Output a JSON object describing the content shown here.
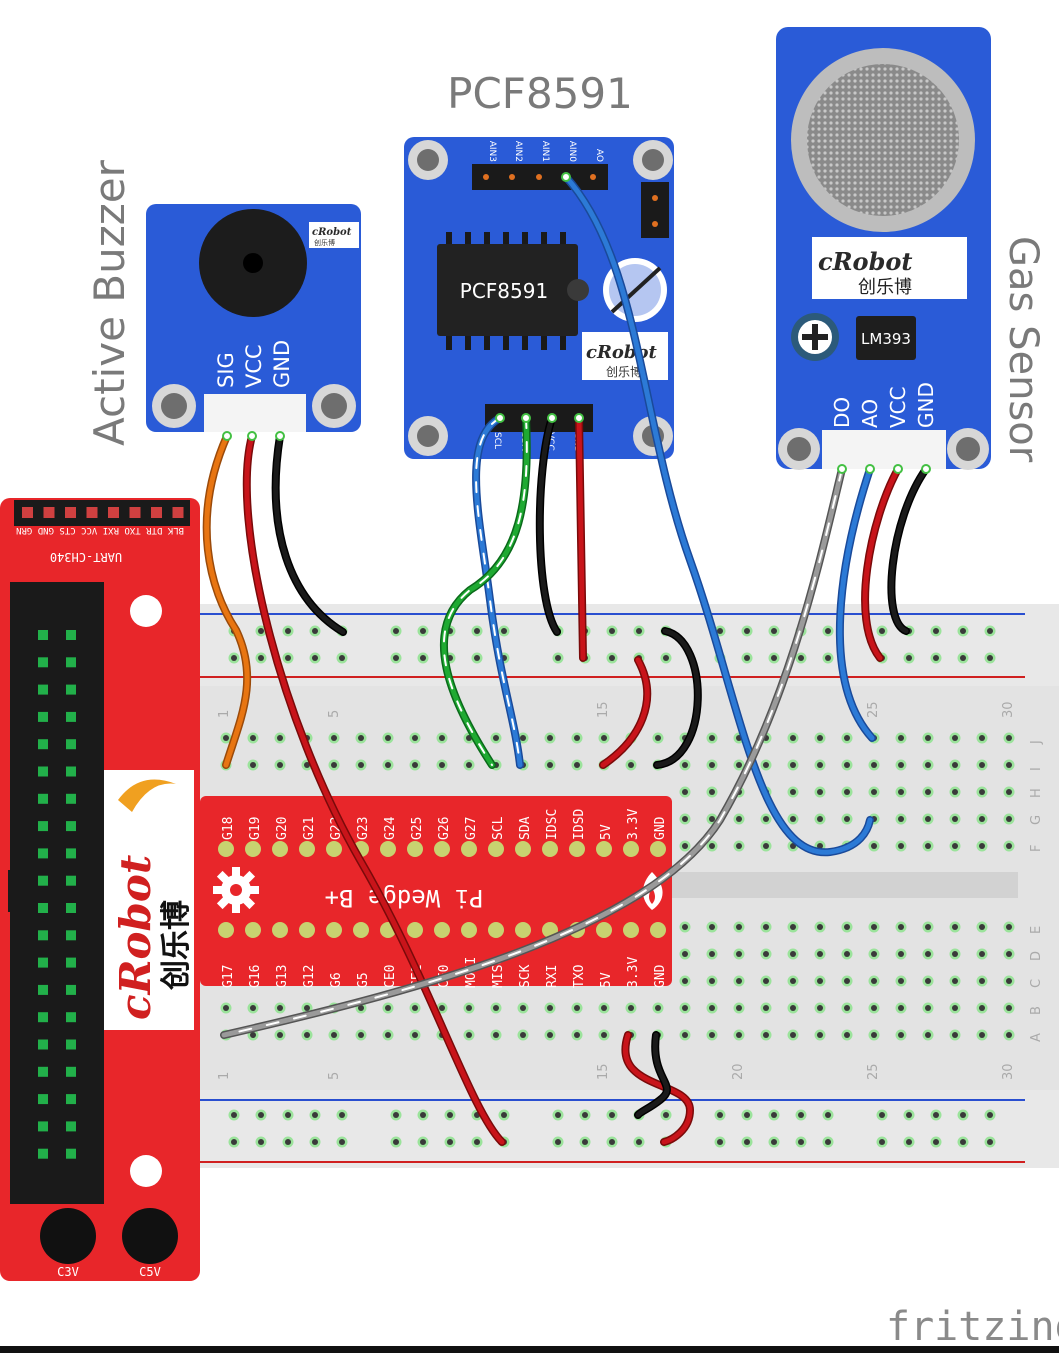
{
  "titles": {
    "pcf": "PCF8591",
    "buzzer": "Active Buzzer",
    "gas": "Gas Sensor"
  },
  "buzzer": {
    "brand": "cRobot",
    "brand_cn": "创乐博",
    "pins": [
      "SIG",
      "VCC",
      "GND"
    ]
  },
  "pcf": {
    "chip": "PCF8591",
    "top_pins": [
      "AIN3",
      "AIN2",
      "AIN1",
      "AIN0",
      "AO"
    ],
    "bottom_pins": [
      "SCL",
      "SDA",
      "VCC",
      "GND"
    ],
    "brand": "cRobot",
    "brand_cn": "创乐博"
  },
  "gas": {
    "brand": "cRobot",
    "brand_cn": "创乐博",
    "chip": "LM393",
    "pins": [
      "DO",
      "AO",
      "VCC",
      "GND"
    ]
  },
  "breadboard": {
    "col_numbers": [
      "1",
      "5",
      "15",
      "20",
      "25",
      "30"
    ],
    "row_letters_top": [
      "J",
      "I",
      "H",
      "G",
      "F"
    ],
    "row_letters_bottom": [
      "E",
      "D",
      "C",
      "B",
      "A"
    ]
  },
  "wedge": {
    "title": "Pi Wedge B+",
    "top_labels": [
      "G18",
      "G19",
      "G20",
      "G21",
      "G22",
      "G23",
      "G24",
      "G25",
      "G26",
      "G27",
      "SCL",
      "SDA",
      "IDSC",
      "IDSD",
      "5V",
      "3.3V",
      "GND"
    ],
    "bottom_labels": [
      "G17",
      "G16",
      "G13",
      "G12",
      "G6",
      "G5",
      "CE0",
      "CE1",
      "CE0",
      "MOSI",
      "MISO",
      "SCK",
      "RXI",
      "TXO",
      "5V",
      "3.3V",
      "GND"
    ]
  },
  "board": {
    "uart_label": "UART-CH340",
    "header_pins": "BLK DTR TXO RXI VCC CTS GND GRN",
    "brand": "cRobot",
    "brand_cn": "创乐博",
    "c3v": "C3V",
    "c5v": "C5V"
  },
  "footer": {
    "logo": "fritzing"
  },
  "colors": {
    "module_blue": "#2a5bd7",
    "board_red": "#e8262a",
    "wire_orange": "#e87511",
    "wire_red": "#c8141a",
    "wire_black": "#1a1a1a",
    "wire_blue": "#2c7ad6",
    "wire_green": "#1faa32",
    "wire_white": "#9a9a9a"
  }
}
